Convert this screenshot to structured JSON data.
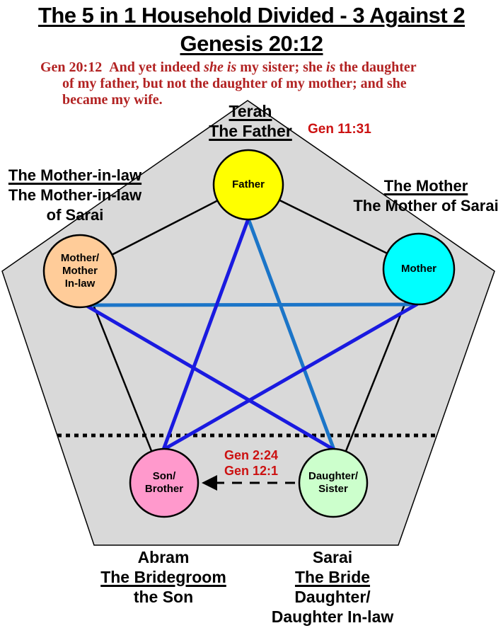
{
  "title": {
    "line1": "The 5 in 1 Household Divided - 3 Against 2",
    "line2": "Genesis 20:12"
  },
  "verse": {
    "ref": "Gen 20:12",
    "line1_pre": "And yet indeed ",
    "line1_italic1": "she is",
    "line1_mid": " my sister; she ",
    "line1_italic2": "is",
    "line1_post": " the daughter",
    "line2": "of my father, but not the daughter of my mother; and she",
    "line3": "became my wife."
  },
  "top_label": {
    "line1": "Terah",
    "line2": "The Father",
    "ref": "Gen 11:31"
  },
  "left_label": {
    "line1": "The Mother-in-law",
    "line2": "The Mother-in-law",
    "line3": "of Sarai"
  },
  "right_label": {
    "line1": "The Mother",
    "line2": "The Mother of Sarai"
  },
  "arrow_refs": {
    "line1": "Gen 2:24",
    "line2": "Gen 12:1"
  },
  "bottom_left_label": {
    "line1": "Abram",
    "line2": "The Bridegroom",
    "line3": "the Son"
  },
  "bottom_right_label": {
    "line1": "Sarai",
    "line2": "The Bride",
    "line3": "Daughter/",
    "line4": "Daughter In-law"
  },
  "nodes": {
    "father": {
      "label": "Father",
      "color": "#FFFF00"
    },
    "mother_in_law": {
      "label": "Mother/\nMother\nIn-law",
      "color": "#FFCC99"
    },
    "mother": {
      "label": "Mother",
      "color": "#00FFFF"
    },
    "son": {
      "label": "Son/\nBrother",
      "color": "#FF99CC"
    },
    "daughter": {
      "label": "Daughter/\nSister",
      "color": "#CCFFCC"
    }
  },
  "colors": {
    "pentagon_fill": "#D9D9D9",
    "pentagon_stroke": "#000000",
    "dark_blue": "#1A1AE0",
    "light_blue": "#1B75C8",
    "black_line": "#000000",
    "ref_red": "#CC1111",
    "verse_red": "#B22222"
  }
}
